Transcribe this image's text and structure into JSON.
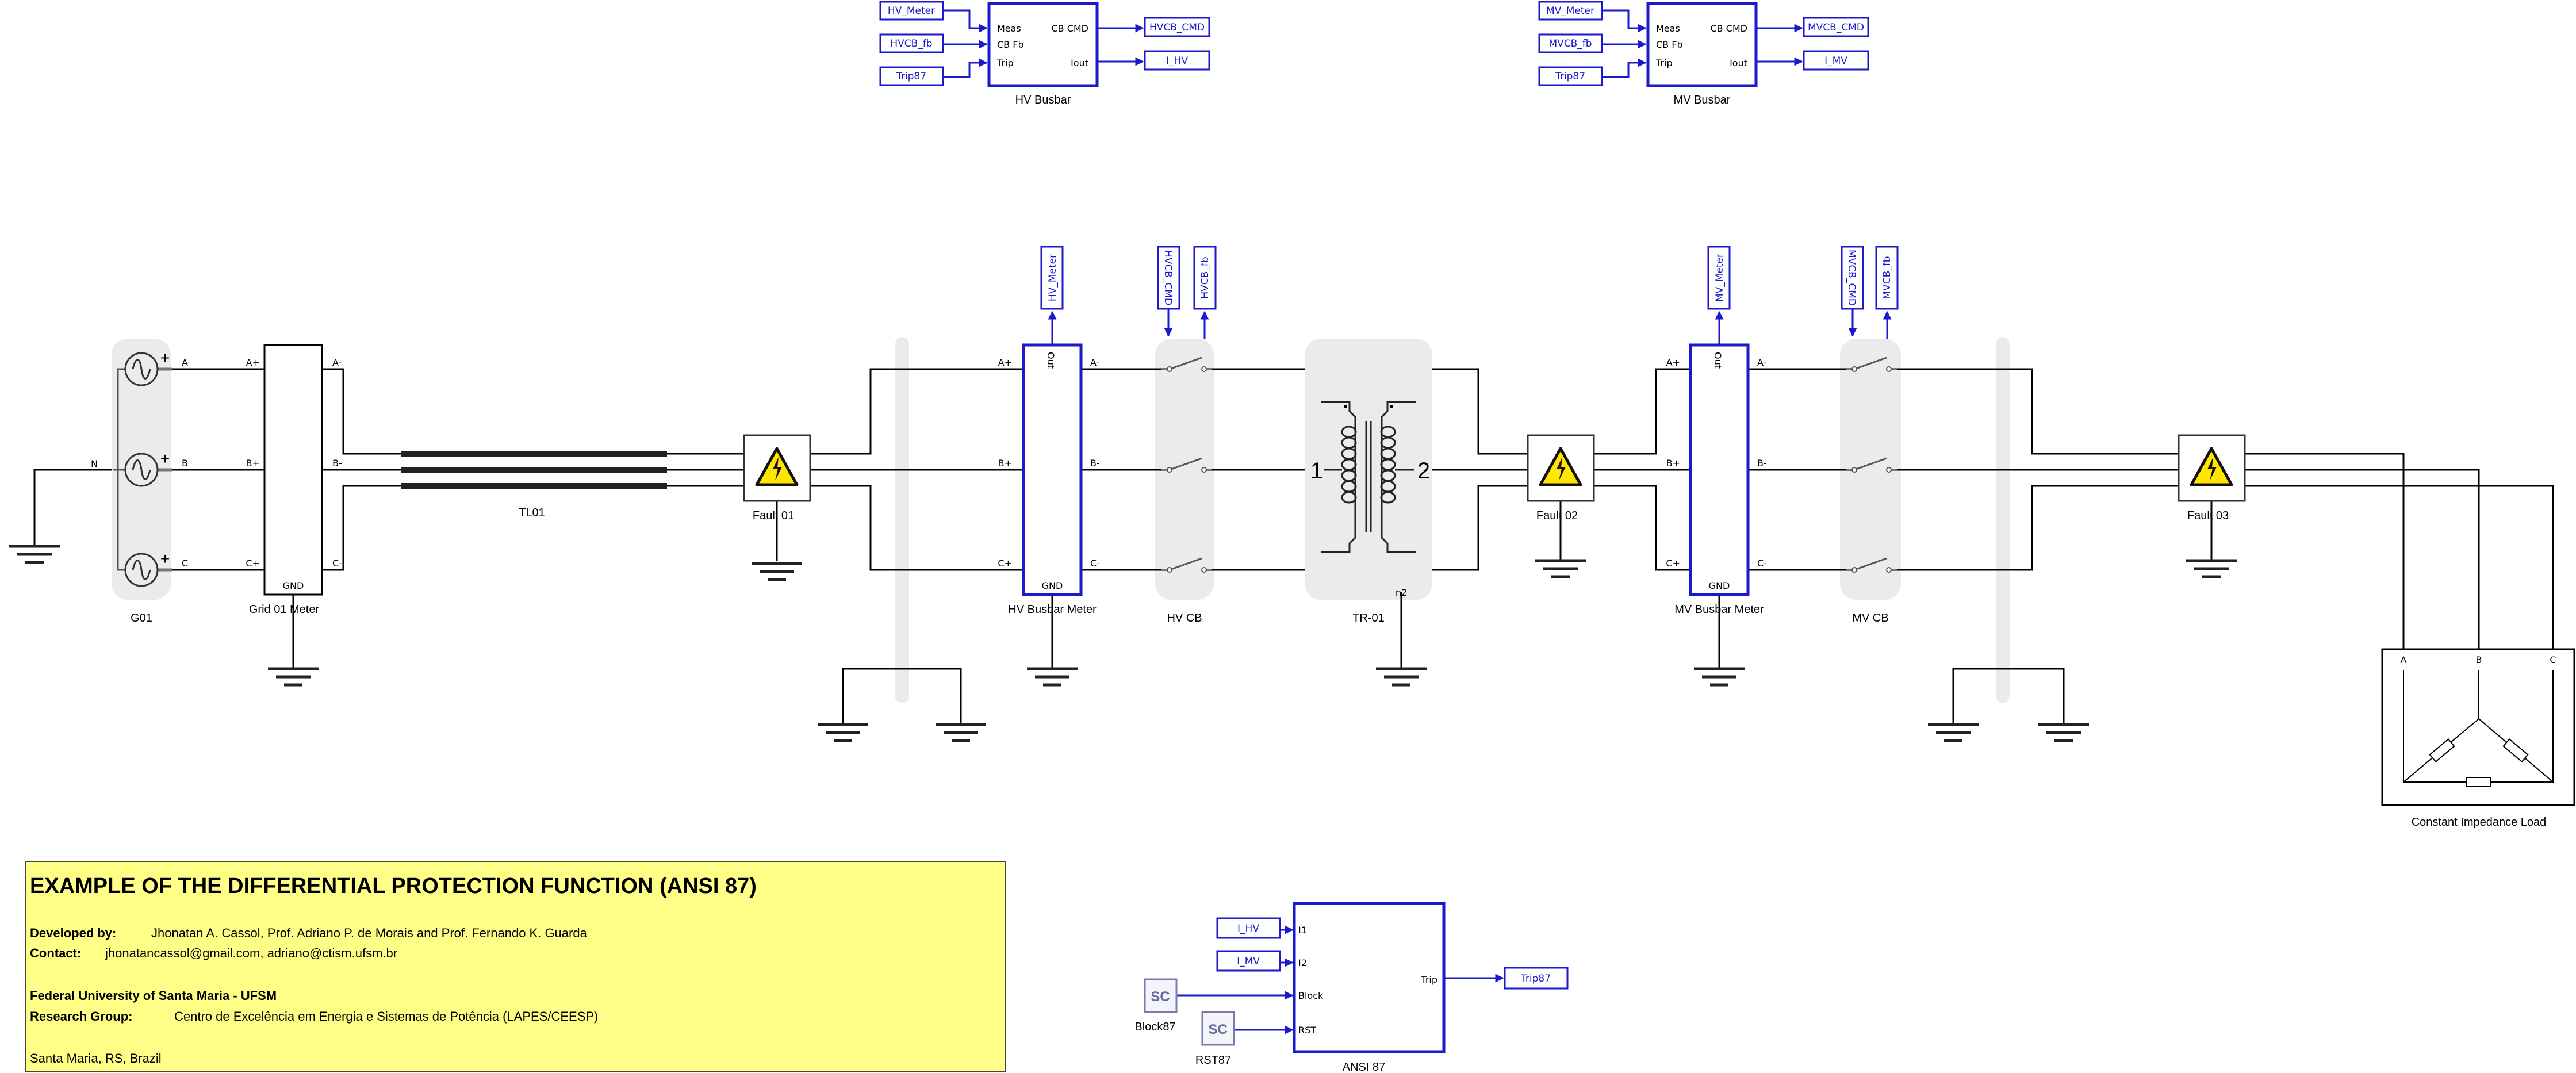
{
  "colors": {
    "signal": "#1a1acc",
    "wire": "#000000",
    "group": "#ebebeb",
    "note": "#ffff88",
    "hazard": "#ffe600"
  },
  "hv_busbar": {
    "label": "HV Busbar",
    "inputs": [
      "Meas",
      "CB Fb",
      "Trip"
    ],
    "outputs": [
      "CB CMD",
      "Iout"
    ],
    "in_tags": [
      "HV_Meter",
      "HVCB_fb",
      "Trip87"
    ],
    "out_tags": [
      "HVCB_CMD",
      "I_HV"
    ]
  },
  "mv_busbar": {
    "label": "MV Busbar",
    "inputs": [
      "Meas",
      "CB Fb",
      "Trip"
    ],
    "outputs": [
      "CB CMD",
      "Iout"
    ],
    "in_tags": [
      "MV_Meter",
      "MVCB_fb",
      "Trip87"
    ],
    "out_tags": [
      "MVCB_CMD",
      "I_MV"
    ]
  },
  "g01": {
    "label": "G01",
    "neutral": "N",
    "phases": [
      "A",
      "B",
      "C"
    ],
    "plus": "+"
  },
  "grid_meter": {
    "label": "Grid 01 Meter",
    "plus_ports": [
      "A+",
      "B+",
      "C+"
    ],
    "minus_ports": [
      "A-",
      "B-",
      "C-"
    ],
    "gnd": "GND"
  },
  "tl01": {
    "label": "TL01"
  },
  "faults": [
    "Fault 01",
    "Fault 02",
    "Fault 03"
  ],
  "hv_meter": {
    "label": "HV Busbar Meter",
    "out": "Out",
    "gnd": "GND",
    "tag": "HV_Meter",
    "plus_ports": [
      "A+",
      "B+",
      "C+"
    ],
    "minus_ports": [
      "A-",
      "B-",
      "C-"
    ]
  },
  "hv_cb": {
    "label": "HV CB",
    "tags": [
      "HVCB_CMD",
      "HVCB_fb"
    ]
  },
  "tr01": {
    "label": "TR-01",
    "winding1": "1",
    "winding2": "2",
    "neutral": "n2"
  },
  "mv_meter": {
    "label": "MV Busbar Meter",
    "out": "Out",
    "gnd": "GND",
    "tag": "MV_Meter",
    "plus_ports": [
      "A+",
      "B+",
      "C+"
    ],
    "minus_ports": [
      "A-",
      "B-",
      "C-"
    ]
  },
  "mv_cb": {
    "label": "MV CB",
    "tags": [
      "MVCB_CMD",
      "MVCB_fb"
    ]
  },
  "load": {
    "label": "Constant Impedance Load",
    "phases": [
      "A",
      "B",
      "C"
    ]
  },
  "ansi87": {
    "label": "ANSI 87",
    "inputs": [
      "I1",
      "I2",
      "Block",
      "RST"
    ],
    "output": "Trip",
    "in_tags": [
      "I_HV",
      "I_MV"
    ],
    "out_tag": "Trip87",
    "sources": [
      {
        "icon": "SC",
        "label": "Block87"
      },
      {
        "icon": "SC",
        "label": "RST87"
      }
    ]
  },
  "info": {
    "title": "EXAMPLE OF THE DIFFERENTIAL PROTECTION FUNCTION (ANSI 87)",
    "developed_label": "Developed by:",
    "developed_value": "Jhonatan  A. Cassol, Prof. Adriano P. de Morais and Prof. Fernando K. Guarda",
    "contact_label": "Contact:",
    "contact_value": "jhonatancassol@gmail.com, adriano@ctism.ufsm.br",
    "university": "Federal University of Santa Maria - UFSM",
    "group_label": "Research Group:",
    "group_value": "Centro de Excelência em Energia e Sistemas de Potência (LAPES/CEESP)",
    "location": "Santa Maria, RS, Brazil"
  }
}
